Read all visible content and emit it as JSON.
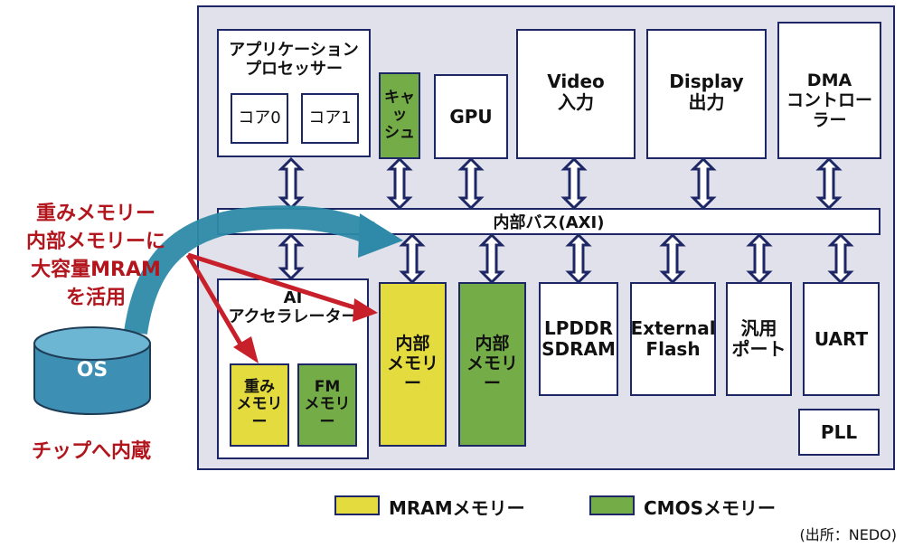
{
  "blocks": {
    "app_processor": "アプリケーション\nプロセッサー",
    "core0": "コア0",
    "core1": "コア1",
    "cache": "キャッ\nシュ",
    "gpu": "GPU",
    "video": "Video\n入力",
    "display": "Display\n出力",
    "dma": "DMA\nコントローラー",
    "bus": "内部バス(AXI)",
    "ai": "AI\nアクセラレーター",
    "weight_mem": "重み\nメモリー",
    "fm_mem": "FM\nメモリー",
    "internal_mem_mram": "内部\nメモリー",
    "internal_mem_cmos": "内部\nメモリー",
    "lpddr": "LPDDR\nSDRAM",
    "ext_flash": "External\nFlash",
    "gp_port": "汎用\nポート",
    "uart": "UART",
    "pll": "PLL"
  },
  "callout": {
    "text": "重みメモリー\n内部メモリーに\n大容量MRAM\nを活用"
  },
  "os": {
    "label": "OS",
    "caption": "チップへ内蔵"
  },
  "legend": {
    "mram": "MRAMメモリー",
    "cmos": "CMOSメモリー"
  },
  "source": "(出所：NEDO)",
  "colors": {
    "mram": "#e4dc3e",
    "cmos": "#74ac47",
    "border": "#1e2766",
    "chip_bg": "#e0e1ea",
    "callout": "#b3151d",
    "os_cylinder": "#3d8fb3"
  }
}
